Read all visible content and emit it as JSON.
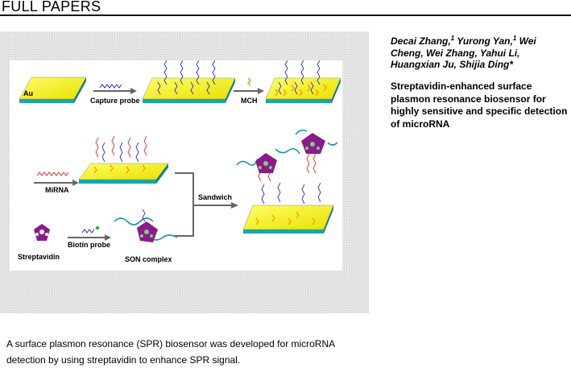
{
  "header": {
    "section": "FULL PAPERS"
  },
  "authors_lines": [
    {
      "text": "Decai Zhang,",
      "sup": "1",
      "after": " Yurong Yan,",
      "sup2": "1",
      "after2": " Wei"
    },
    "Cheng, Wei Zhang, Yahui Li,",
    "Huangxian Ju, Shijia Ding*"
  ],
  "title": "Streptavidin-enhanced surface plasmon resonance biosensor for highly sensitive and specific detection of microRNA",
  "abstract": "A surface plasmon resonance (SPR) biosensor was developed for microRNA detection by using streptavidin to enhance SPR signal.",
  "scheme_labels": {
    "au": "Au",
    "capture_probe": "Capture probe",
    "mch": "MCH",
    "mirna": "MiRNA",
    "sandwich": "Sandwich",
    "streptavidin": "Streptavidin",
    "biotin_probe": "Biotin probe",
    "son_complex": "SON complex"
  },
  "colors": {
    "chip_top": "#f2f200",
    "chip_side": "#1aa6a6",
    "probe_blue": "#2b2bd6",
    "mch_orange": "#ff9900",
    "mirna_red": "#e03030",
    "strep_purple": "#8b1a8b",
    "biotin_green": "#22aa22",
    "teal_strand": "#1a9a9a"
  }
}
